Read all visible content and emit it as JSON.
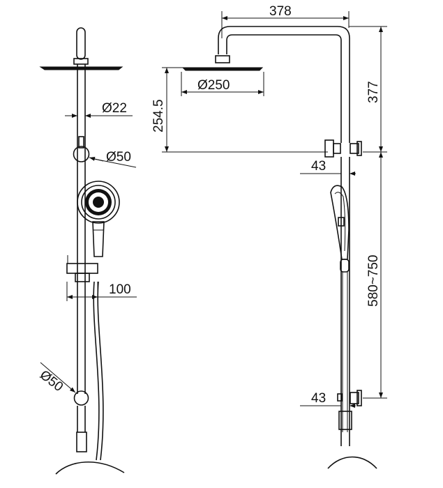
{
  "drawing": {
    "front_view": {
      "dim_pipe_diameter": "Ø22",
      "dim_upper_bracket_diameter": "Ø50",
      "dim_slider_projection": "100",
      "dim_lower_bracket_diameter": "Ø50"
    },
    "side_view": {
      "dim_arm_reach": "378",
      "dim_arm_height": "377",
      "dim_head_diameter": "Ø250",
      "dim_head_drop": "254.5",
      "dim_upper_wall_offset": "43",
      "dim_bracket_spacing": "580~750",
      "dim_lower_wall_offset": "43"
    }
  }
}
